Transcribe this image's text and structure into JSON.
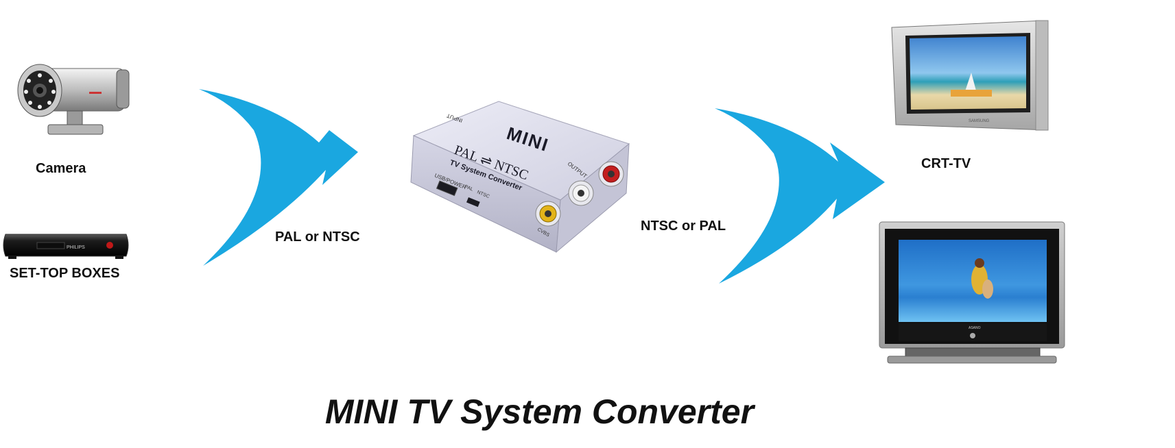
{
  "title": "MINI TV System Converter",
  "sources": {
    "camera_label": "Camera",
    "settop_label": "SET-TOP BOXES",
    "settop_brand": "PHILIPS"
  },
  "input_signal": "PAL or NTSC",
  "output_signal": "NTSC or PAL",
  "device": {
    "logo": "MINI",
    "mode_line": "PAL ⇌ NTSC",
    "subtitle": "TV System Converter",
    "port_input": "INPUT",
    "port_output": "OUTPUT",
    "port_usb": "USB/POWER",
    "switch_pal": "PAL",
    "switch_ntsc": "NTSC",
    "port_cvbs": "CVBS"
  },
  "outputs": {
    "crt_label": "CRT-TV",
    "crt_brand": "SAMSUNG",
    "lcd_brand": "ASANO"
  },
  "colors": {
    "arrow_blue": "#1aa7e0",
    "device_body": "#dcdcec",
    "text": "#111111"
  }
}
